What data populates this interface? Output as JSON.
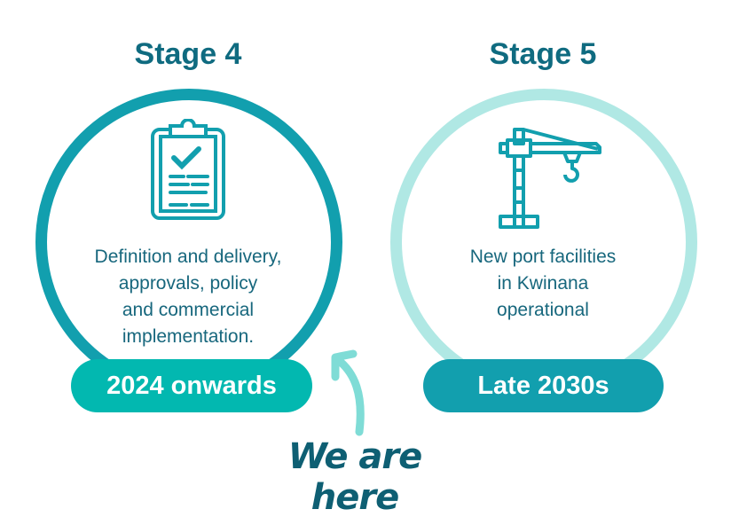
{
  "stages": [
    {
      "title": "Stage 4",
      "description_lines": [
        "Definition and delivery,",
        "approvals, policy",
        "and commercial",
        "implementation."
      ],
      "period": "2024 onwards",
      "icon": "clipboard-check-icon",
      "ring_color": "#129fae",
      "pill_color": "#02b8b0"
    },
    {
      "title": "Stage 5",
      "description_lines": [
        "New port facilities",
        "in Kwinana",
        "operational"
      ],
      "period": "Late 2030s",
      "icon": "crane-icon",
      "ring_color": "#b0e8e4",
      "pill_color": "#129fae"
    }
  ],
  "marker": {
    "label": "We are here",
    "arrow_color": "#7fdcd6"
  }
}
